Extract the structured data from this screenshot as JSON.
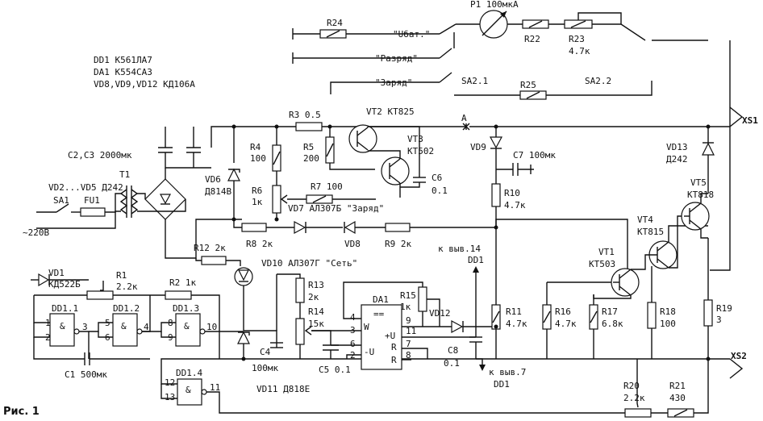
{
  "figure_label": "Рис. 1",
  "parts_list": [
    "DD1 K561ЛА7",
    "DA1 K554CA3",
    "VD8,VD9,VD12 КД106А"
  ],
  "meter": "P1 100мкА",
  "switch_labels": {
    "ubat": "\"Uбат.\"",
    "razryad": "\"Разряд\"",
    "zaryad": "\"Заряд\"",
    "sa21": "SA2.1",
    "sa22": "SA2.2"
  },
  "mains": {
    "caps": "C2,C3 2000мк",
    "bridge": "VD2...VD5 Д242",
    "sa1": "SA1",
    "fuse": "FU1",
    "trafo": "T1",
    "voltage": "~220В"
  },
  "components": {
    "r24": "R24",
    "r22": "R22",
    "r23": "R23",
    "r23v": "4.7к",
    "r25": "R25",
    "r3": "R3 0.5",
    "r4": "R4",
    "r4v": "100",
    "r5": "R5",
    "r5v": "200",
    "r6": "R6",
    "r6v": "1к",
    "r7": "R7 100",
    "r8": "R8 2к",
    "r9": "R9 2к",
    "vt2": "VT2 KT825",
    "vt3": "VT3",
    "vt3v": "KT502",
    "c6": "C6",
    "c6v": "0.1",
    "node_a": "A",
    "vd9": "VD9",
    "c7": "C7 100мк",
    "r10": "R10",
    "r10v": "4.7к",
    "xs1": "XS1",
    "xs2": "XS2",
    "vd13": "VD13",
    "vd13v": "Д242",
    "vt5": "VT5",
    "vt5v": "KT818",
    "vt4": "VT4",
    "vt4v": "KT815",
    "vd6": "VD6",
    "vd6v": "Д814В",
    "vd7": "VD7 АЛ307Б \"Заряд\"",
    "vd8": "VD8",
    "r12": "R12 2к",
    "vd10": "VD10 АЛ307Г \"Сеть\"",
    "vd1": "VD1",
    "vd1v": "КД522Б",
    "r1": "R1",
    "r1v": "2.2к",
    "r2": "R2 1к",
    "dd11": "DD1.1",
    "dd12": "DD1.2",
    "dd13": "DD1.3",
    "dd14": "DD1.4",
    "c1": "C1 500мк",
    "r13": "R13",
    "r13v": "2к",
    "r14": "R14",
    "r14v": "15к",
    "r15": "R15",
    "r15v": "1к",
    "da1": "DA1",
    "vd12": "VD12",
    "c4": "C4",
    "c4v": "100мк",
    "c5": "C5 0.1",
    "c8": "C8",
    "c8v": "0.1",
    "vd11": "VD11 Д818Е",
    "pin14": "к выв.14",
    "pin7": "к выв.7",
    "dd1": "DD1",
    "vt1": "VT1",
    "vt1v": "KT503",
    "r11": "R11",
    "r11v": "4.7к",
    "r16": "R16",
    "r16v": "4.7к",
    "r17": "R17",
    "r17v": "6.8к",
    "r18": "R18",
    "r18v": "100",
    "r19": "R19",
    "r19v": "3",
    "r20": "R20",
    "r20v": "2.2к",
    "r21": "R21",
    "r21v": "430"
  },
  "gate": {
    "amp": "&",
    "da1_w": "W",
    "da1_plus_u": "+U",
    "da1_minus_u": "-U",
    "da1_r": "R",
    "da1_cmp": "=="
  },
  "pins": {
    "p1": "1",
    "p2": "2",
    "p3": "3",
    "p4": "4",
    "p5": "5",
    "p6": "6",
    "p7": "7",
    "p8": "8",
    "p9": "9",
    "p10": "10",
    "p11": "11",
    "p12": "12",
    "p13": "13"
  }
}
